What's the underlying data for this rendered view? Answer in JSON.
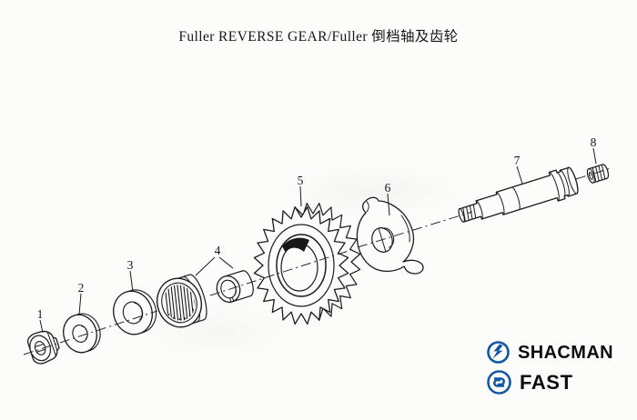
{
  "title": "Fuller REVERSE GEAR/Fuller 倒档轴及齿轮",
  "diagram": {
    "part_labels": [
      "1",
      "2",
      "3",
      "4",
      "5",
      "6",
      "7",
      "8"
    ]
  },
  "branding": {
    "shacman_label": "SHACMAN",
    "fast_label": "FAST",
    "brand_blue": "#1257a6",
    "icons": {
      "shacman": "lightning-s-roundel",
      "fast": "interlocked-s-roundel"
    }
  },
  "colors": {
    "line": "#1b1b1b",
    "background": "#fcfcfb"
  }
}
